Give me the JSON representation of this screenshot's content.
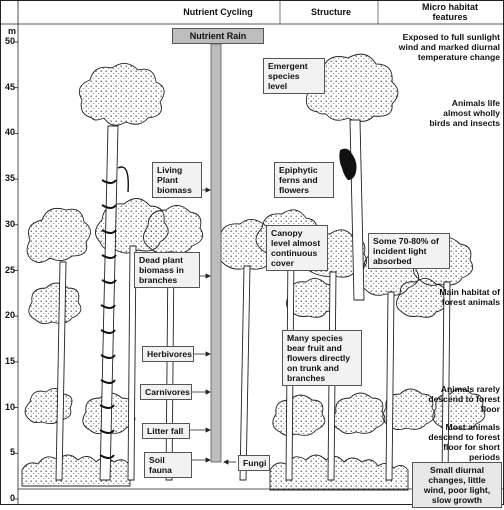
{
  "headers": {
    "nutrient_cycling": "Nutrient Cycling",
    "structure": "Structure",
    "micro_habitat": "Micro habitat features"
  },
  "axis": {
    "unit": "m",
    "ticks": [
      "50",
      "45",
      "40",
      "35",
      "30",
      "25",
      "20",
      "15",
      "10",
      "5",
      "0"
    ]
  },
  "nutrient_cycling_labels": {
    "nutrient_rain": "Nutrient Rain",
    "living_plant_biomass": "Living Plant biomass",
    "dead_plant_biomass": "Dead plant biomass in branches",
    "herbivores": "Herbivores",
    "carnivores": "Carnivores",
    "litter_fall": "Litter fall",
    "soil_fauna": "Soil fauna",
    "fungi": "Fungi"
  },
  "structure_labels": {
    "emergent": "Emergent species level",
    "epiphytic": "Epiphytic ferns and flowers",
    "canopy": "Canopy level almost continuous cover",
    "light_absorbed": "Some 70-80% of incident light absorbed",
    "many_species": "Many species bear fruit and flowers directly on trunk and branches"
  },
  "micro_habitat_notes": {
    "sunlight": "Exposed to full sunlight wind and marked diurnal temperature change",
    "animals_life": "Animals life almost wholly birds and insects",
    "main_habitat": "Main habitat of forest animals",
    "rarely_descend": "Animals rarely descend to forest floor",
    "most_animals": "Most animals descend to forest floor for short periods",
    "small_diurnal": "Small diurnal changes, little wind, poor light, slow growth"
  },
  "colors": {
    "box_fill": "#f2f2f2",
    "rain_bar": "#bdbdbd",
    "line": "#222222"
  }
}
